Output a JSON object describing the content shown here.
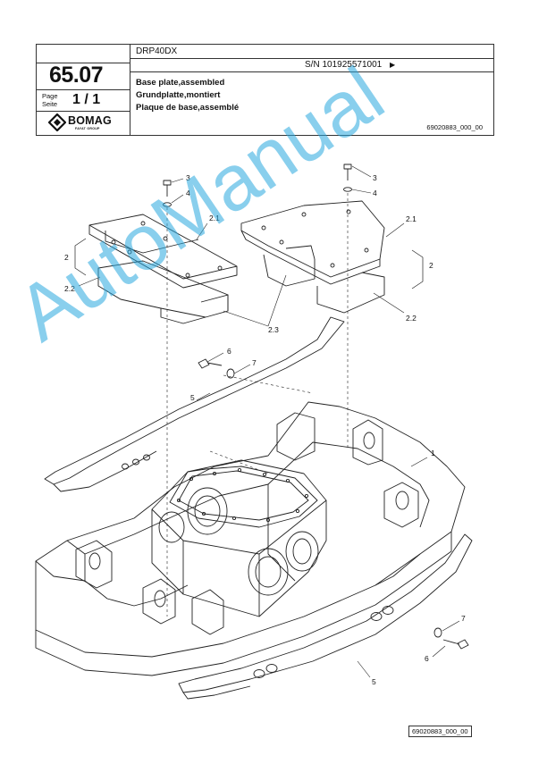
{
  "header": {
    "page_number": "65.07",
    "page_label": "Page",
    "page_label_de": "Seite",
    "page_fraction": "1 / 1",
    "model": "DRP40DX",
    "serial": "S/N 101925571001",
    "serial_arrow": "▶",
    "title_en": "Base plate,assembled",
    "title_de": "Grundplatte,montiert",
    "title_fr": "Plaque de base,assemblé",
    "doc_ref": "69020883_000_00"
  },
  "logo": {
    "brand": "BOMAG",
    "tagline": "FAYAT GROUP",
    "icon": "bomag-diamond-icon"
  },
  "drawing": {
    "callouts": [
      "3",
      "4",
      "3",
      "4",
      "2.1",
      "2.1",
      "2",
      "2",
      "2.2",
      "2.2",
      "2.3",
      "6",
      "7",
      "5",
      "1",
      "7",
      "6",
      "5"
    ]
  },
  "watermark": "AutoManual",
  "footer_ref": "69020883_000_00",
  "colors": {
    "watermark": "#29a8df",
    "line": "#222222"
  }
}
